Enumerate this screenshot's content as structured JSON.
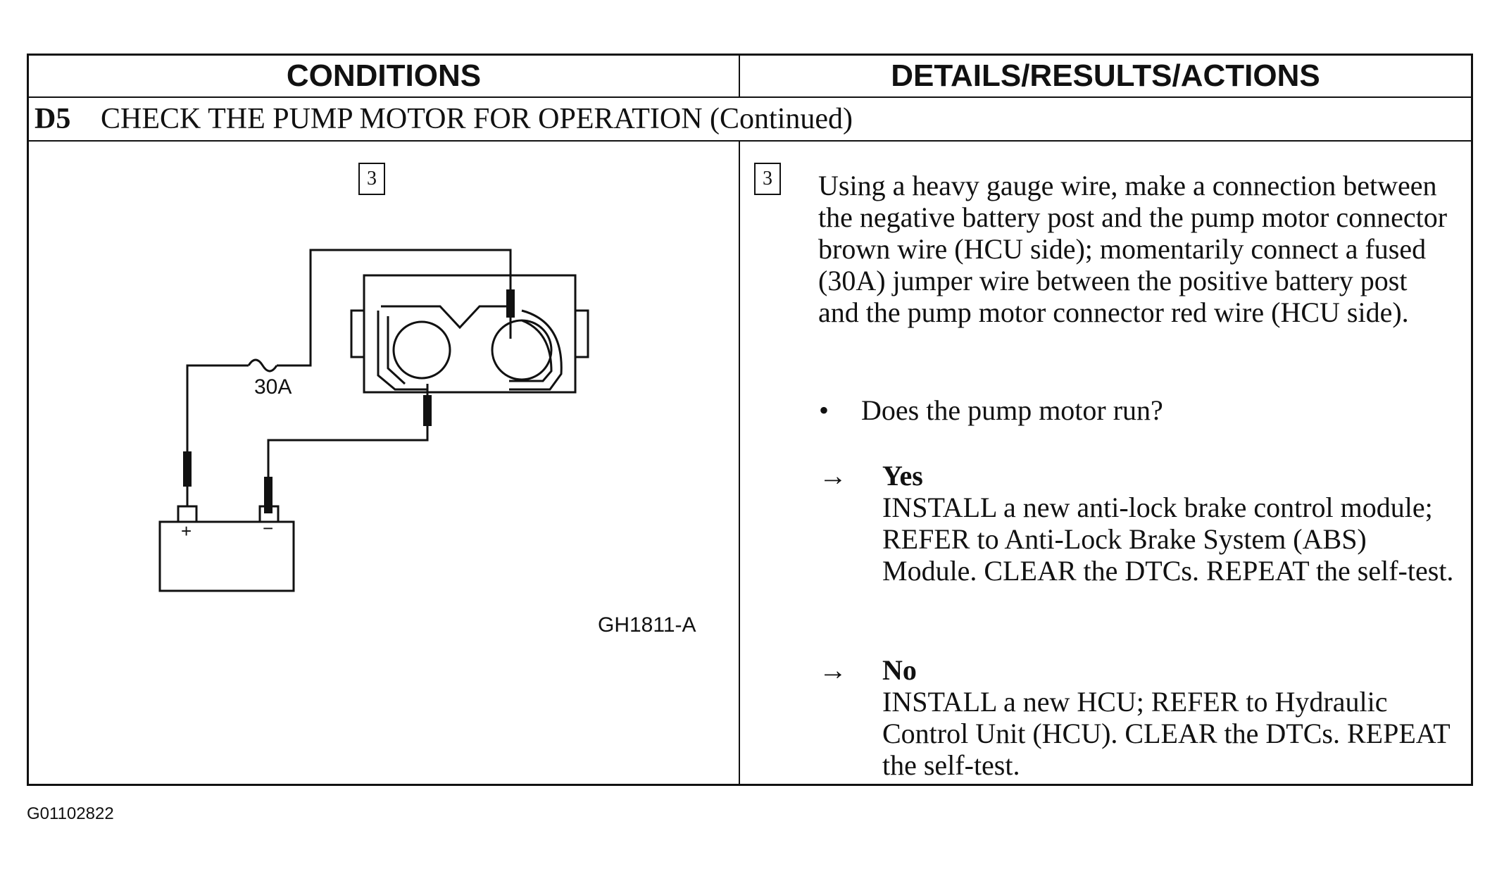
{
  "header": {
    "conditions": "CONDITIONS",
    "details": "DETAILS/RESULTS/ACTIONS"
  },
  "step": {
    "number": "D5",
    "title": "CHECK THE PUMP MOTOR FOR OPERATION (Continued)"
  },
  "left": {
    "step_marker": "3",
    "fuse_label": "30A",
    "battery_positive": "+",
    "battery_negative": "−",
    "figure_code": "GH1811-A"
  },
  "right": {
    "step_marker": "3",
    "instruction": "Using a heavy gauge wire, make a connection between the negative battery post and the pump motor connector brown wire (HCU side); momentarily connect a fused (30A) jumper wire between the positive battery post and the pump motor connector red  wire (HCU side).",
    "bullet_symbol": "•",
    "question": "Does the pump motor run?",
    "yes": {
      "arrow": "→",
      "label": "Yes",
      "action": "INSTALL a new anti-lock brake control module; REFER to Anti-Lock Brake System (ABS) Module. CLEAR the DTCs. REPEAT the self-test."
    },
    "no": {
      "arrow": "→",
      "label": "No",
      "action": "INSTALL a new HCU; REFER to Hydraulic Control Unit (HCU). CLEAR the DTCs. REPEAT the self-test."
    }
  },
  "footer_code": "G01102822"
}
